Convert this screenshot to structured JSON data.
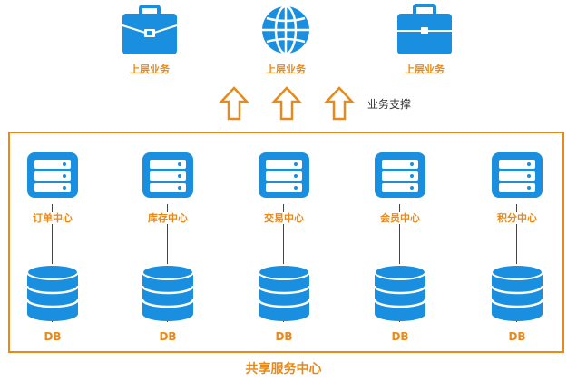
{
  "top": {
    "items": [
      {
        "label": "上层业务",
        "icon": "briefcase-icon"
      },
      {
        "label": "上层业务",
        "icon": "globe-icon"
      },
      {
        "label": "上层业务",
        "icon": "suitcase-icon"
      }
    ]
  },
  "support": {
    "label": "业务支撑",
    "icon": "up-arrow-icon"
  },
  "shared": {
    "title": "共享服务中心",
    "services": [
      {
        "label": "订单中心",
        "db": "DB"
      },
      {
        "label": "库存中心",
        "db": "DB"
      },
      {
        "label": "交易中心",
        "db": "DB"
      },
      {
        "label": "会员中心",
        "db": "DB"
      },
      {
        "label": "积分中心",
        "db": "DB"
      }
    ]
  },
  "colors": {
    "blue": "#1a8fe0",
    "orange": "#e8891a"
  }
}
